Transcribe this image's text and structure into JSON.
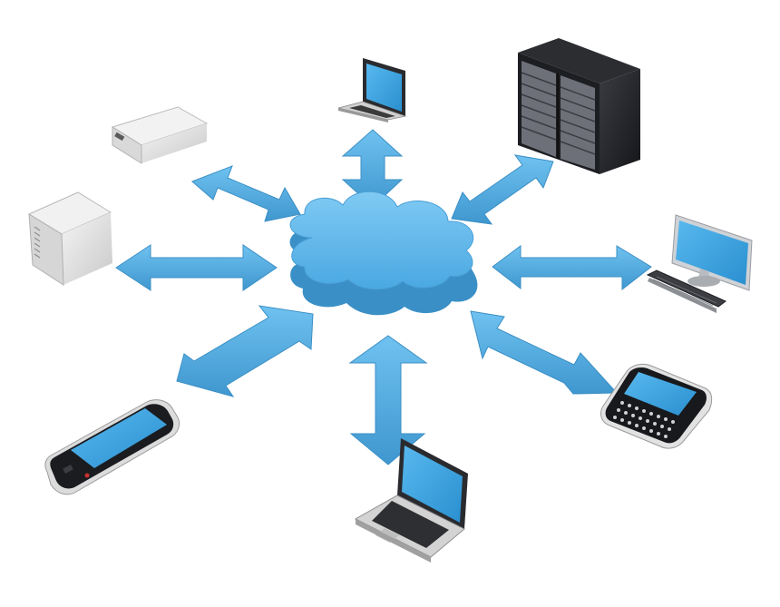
{
  "diagram": {
    "type": "hub-and-spoke",
    "hub": {
      "icon": "cloud-icon",
      "label": ""
    },
    "nodes": [
      {
        "id": "laptop-top",
        "icon": "laptop-icon"
      },
      {
        "id": "server-rack",
        "icon": "server-rack-icon"
      },
      {
        "id": "desktop-monitor",
        "icon": "desktop-computer-icon"
      },
      {
        "id": "smartphone-qwerty",
        "icon": "qwerty-phone-icon"
      },
      {
        "id": "laptop-bottom",
        "icon": "laptop-icon"
      },
      {
        "id": "smartphone-touch",
        "icon": "touch-phone-icon"
      },
      {
        "id": "tower-server",
        "icon": "tower-server-icon"
      },
      {
        "id": "rack-unit-server",
        "icon": "rack-unit-server-icon"
      }
    ],
    "connections": [
      {
        "from": "hub",
        "to": "laptop-top",
        "direction": "bidirectional"
      },
      {
        "from": "hub",
        "to": "server-rack",
        "direction": "bidirectional"
      },
      {
        "from": "hub",
        "to": "desktop-monitor",
        "direction": "bidirectional"
      },
      {
        "from": "hub",
        "to": "smartphone-qwerty",
        "direction": "bidirectional"
      },
      {
        "from": "hub",
        "to": "laptop-bottom",
        "direction": "bidirectional"
      },
      {
        "from": "hub",
        "to": "smartphone-touch",
        "direction": "bidirectional"
      },
      {
        "from": "hub",
        "to": "tower-server",
        "direction": "bidirectional"
      },
      {
        "from": "hub",
        "to": "rack-unit-server",
        "direction": "bidirectional"
      }
    ]
  },
  "colors": {
    "cloud_top": "#5bb8ec",
    "cloud_side": "#3d95c9",
    "arrow": "#55aee4",
    "arrow_edge": "#3b8fc4",
    "screen": "#35a3e3",
    "device_dark": "#1e1f22",
    "device_light": "#e8e8e8"
  }
}
